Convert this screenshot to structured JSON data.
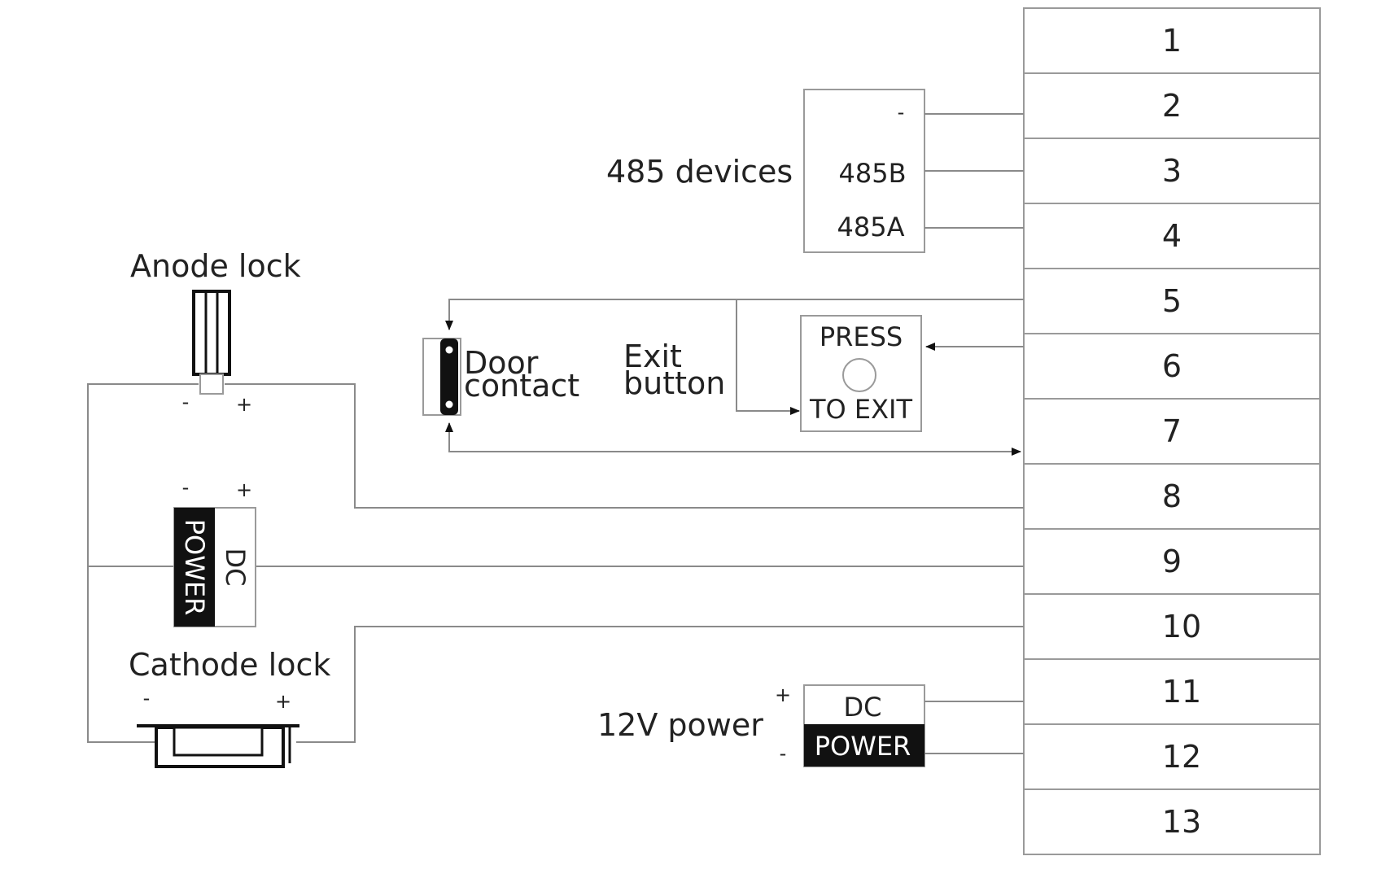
{
  "terminals": [
    "1",
    "2",
    "3",
    "4",
    "5",
    "6",
    "7",
    "8",
    "9",
    "10",
    "11",
    "12",
    "13"
  ],
  "rs485": {
    "label": "485 devices",
    "pins": [
      "-",
      "485B",
      "485A"
    ]
  },
  "anode_lock": {
    "label": "Anode lock",
    "minus": "-",
    "plus": "+"
  },
  "dc_power_left": {
    "power": "POWER",
    "dc": "DC",
    "minus": "-",
    "plus": "+"
  },
  "cathode_lock": {
    "label": "Cathode lock",
    "minus": "-",
    "plus": "+"
  },
  "door_contact": {
    "line1": "Door",
    "line2": "contact"
  },
  "exit_button": {
    "line1": "Exit",
    "line2": "button",
    "top": "PRESS",
    "bottom": "TO EXIT"
  },
  "power_12v": {
    "label": "12V power",
    "dc": "DC",
    "power": "POWER",
    "plus": "+",
    "minus": "-"
  },
  "colors": {
    "line": "#8a8a8a",
    "dark": "#111111",
    "text": "#222222"
  }
}
